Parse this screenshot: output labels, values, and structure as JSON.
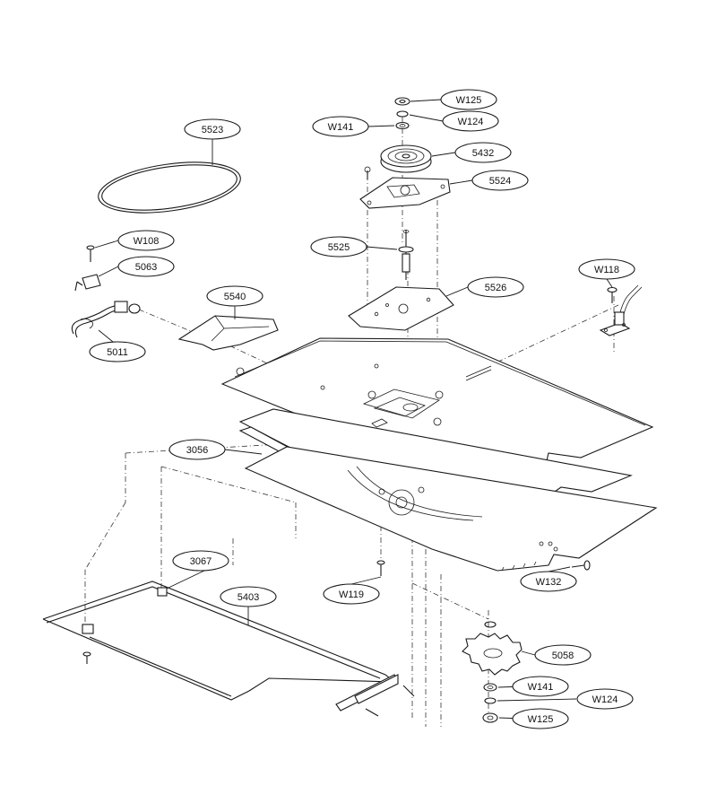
{
  "diagram": {
    "callouts": [
      {
        "id": "w125_top",
        "label": "W125"
      },
      {
        "id": "w124_top",
        "label": "W124"
      },
      {
        "id": "w141_top",
        "label": "W141"
      },
      {
        "id": "p5523",
        "label": "5523"
      },
      {
        "id": "p5432",
        "label": "5432"
      },
      {
        "id": "p5524",
        "label": "5524"
      },
      {
        "id": "w108",
        "label": "W108"
      },
      {
        "id": "p5063",
        "label": "5063"
      },
      {
        "id": "p5525",
        "label": "5525"
      },
      {
        "id": "w118",
        "label": "W118"
      },
      {
        "id": "p5540",
        "label": "5540"
      },
      {
        "id": "p5526",
        "label": "5526"
      },
      {
        "id": "p5011",
        "label": "5011"
      },
      {
        "id": "p3056",
        "label": "3056"
      },
      {
        "id": "p3067",
        "label": "3067"
      },
      {
        "id": "p5403",
        "label": "5403"
      },
      {
        "id": "w119",
        "label": "W119"
      },
      {
        "id": "w132",
        "label": "W132"
      },
      {
        "id": "p5058",
        "label": "5058"
      },
      {
        "id": "w141_bot",
        "label": "W141"
      },
      {
        "id": "w124_bot",
        "label": "W124"
      },
      {
        "id": "w125_bot",
        "label": "W125"
      }
    ]
  }
}
